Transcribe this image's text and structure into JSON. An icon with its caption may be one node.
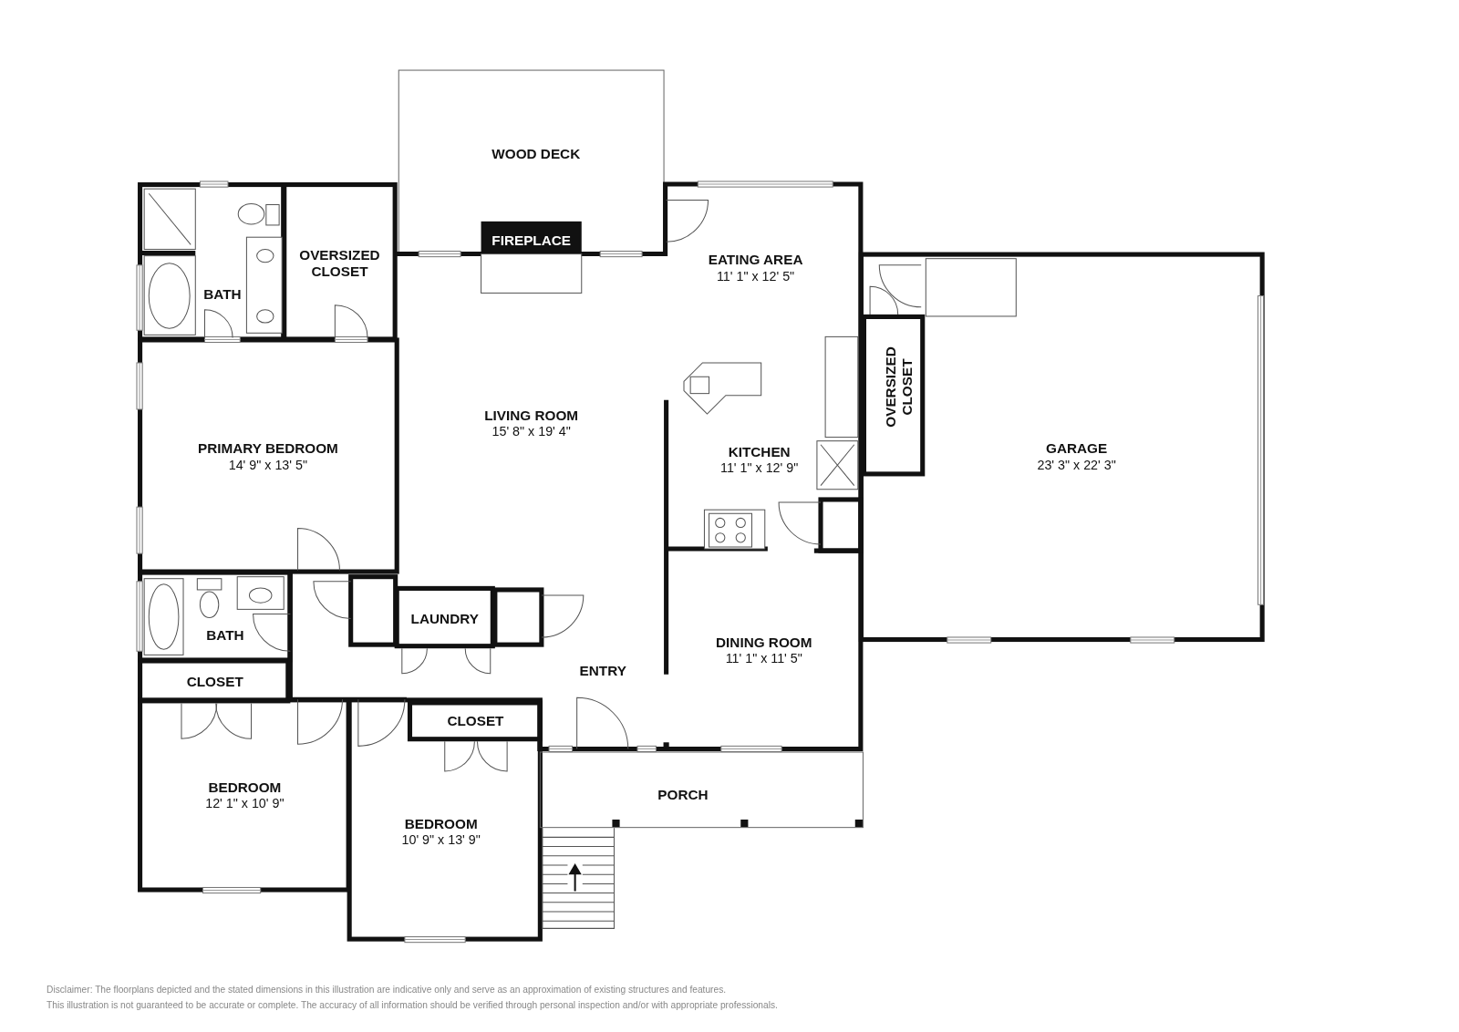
{
  "diagram": {
    "nodes": [
      {
        "text": [
          "WOOD DECK"
        ]
      },
      {
        "text": [
          "FIREPLACE"
        ]
      },
      {
        "text": [
          "BATH"
        ]
      },
      {
        "text": [
          "OVERSIZED CLOSET"
        ]
      },
      {
        "text": [
          "EATING AREA",
          "11' 1\" x 12' 5\""
        ]
      },
      {
        "text": [
          "LIVING ROOM",
          "15' 8\" x 19' 4\""
        ]
      },
      {
        "text": [
          "PRIMARY BEDROOM",
          "14' 9\" x 13' 5\""
        ]
      },
      {
        "text": [
          "KITCHEN",
          "11' 1\" x 12' 9\""
        ]
      },
      {
        "text": [
          "OVERSIZED CLOSET"
        ],
        "in": 9
      },
      {
        "text": [
          "GARAGE",
          "23' 3\" x 22' 3\""
        ]
      },
      {
        "text": [
          "BATH"
        ]
      },
      {
        "text": [
          "LAUNDRY"
        ]
      },
      {
        "text": [
          "DINING ROOM",
          "11' 1\" x 11' 5\""
        ]
      },
      {
        "text": [
          "ENTRY"
        ]
      },
      {
        "text": [
          "CLOSET"
        ]
      },
      {
        "text": [
          "BEDROOM",
          "10' 9\" x 13' 9\""
        ]
      },
      {
        "text": [
          "CLOSET"
        ],
        "in": 15
      },
      {
        "text": [
          "BEDROOM",
          "12' 1\" x 10' 9\""
        ]
      },
      {
        "text": [
          "PORCH"
        ]
      }
    ],
    "labels": [
      "Disclaimer: The floorplans depicted and the stated dimensions in this illustration are indicative only and serve as an approximation of existing structures and features.",
      "This illustration is not guaranteed to be accurate or complete. The accuracy of all information should be verified through personal inspection and/or with appropriate professionals."
    ]
  }
}
